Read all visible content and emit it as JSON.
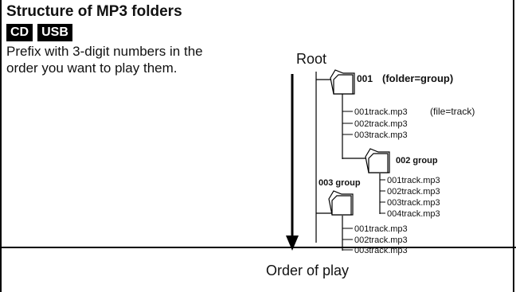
{
  "section": {
    "title": "Structure of MP3 folders",
    "badges": [
      "CD",
      "USB"
    ],
    "description": "Prefix with 3-digit numbers in the order you want to play them."
  },
  "diagram": {
    "root_label": "Root",
    "order_label": "Order of play",
    "folder1": {
      "name": "001",
      "note": "(folder=group)",
      "tracks": [
        "001track.mp3",
        "002track.mp3",
        "003track.mp3"
      ],
      "track_note": "(file=track)"
    },
    "folder2": {
      "name": "002 group",
      "tracks": [
        "001track.mp3",
        "002track.mp3",
        "003track.mp3",
        "004track.mp3"
      ]
    },
    "folder3": {
      "name": "003 group",
      "tracks": [
        "001track.mp3",
        "002track.mp3",
        "003track.mp3"
      ]
    }
  }
}
